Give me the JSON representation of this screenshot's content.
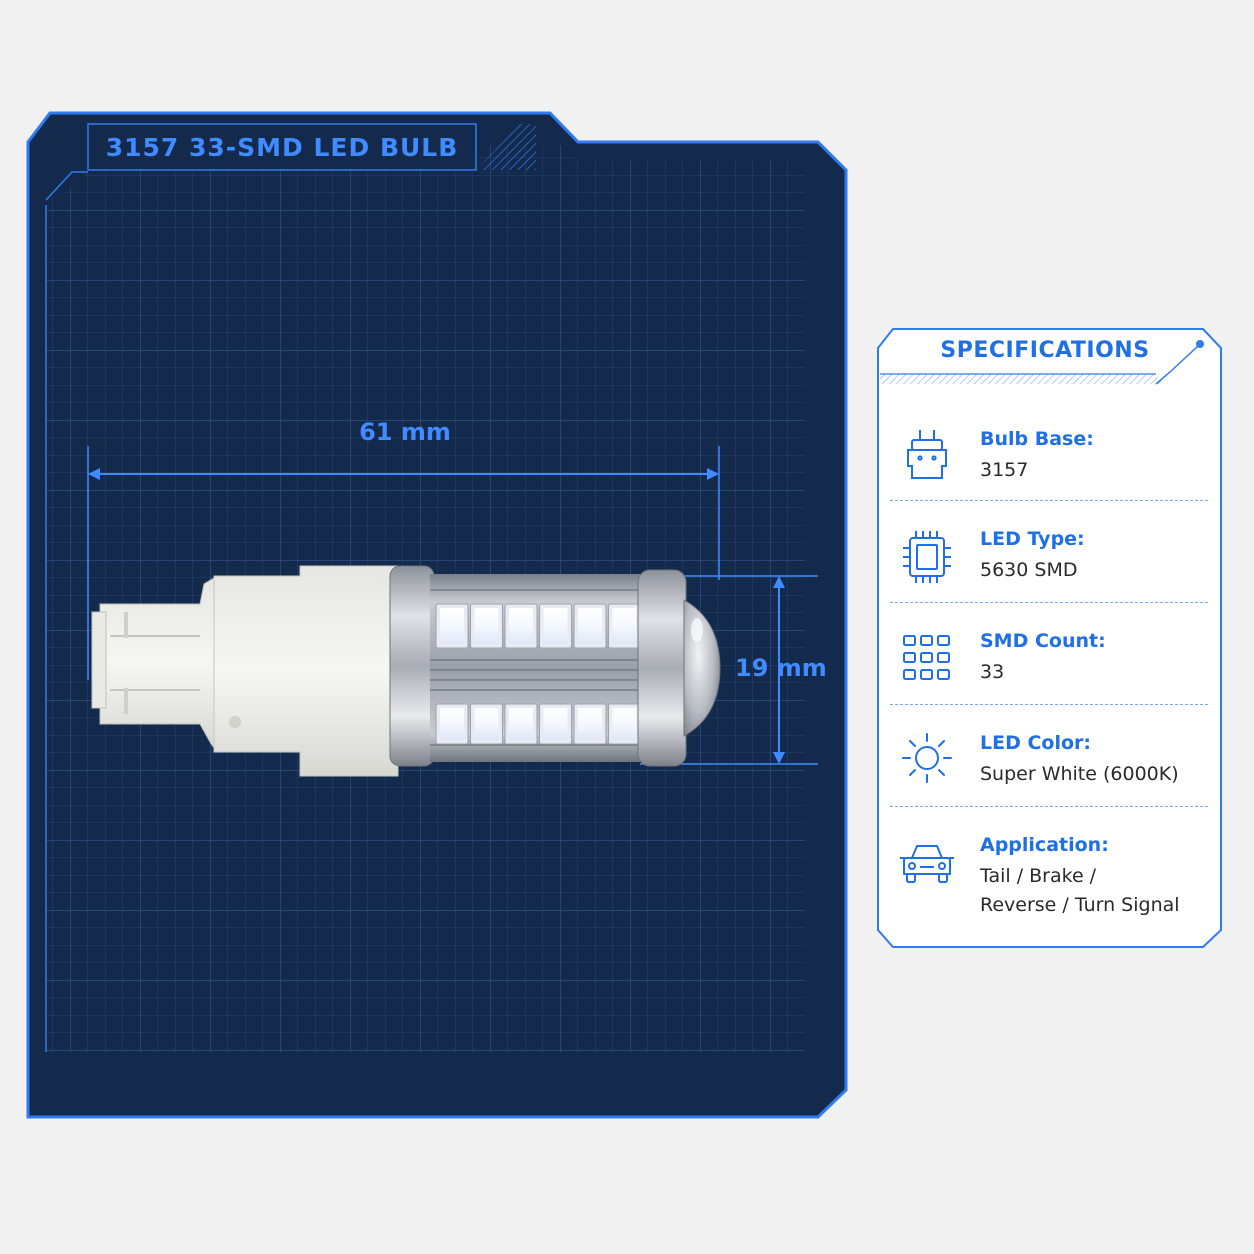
{
  "product": {
    "title": "3157 33-SMD LED BULB",
    "length_label": "61 mm",
    "diameter_label": "19 mm"
  },
  "specifications": {
    "heading": "SPECIFICATIONS",
    "items": [
      {
        "icon": "bulb-base-icon",
        "label": "Bulb Base:",
        "value": "3157"
      },
      {
        "icon": "chip-icon",
        "label": "LED Type:",
        "value": "5630 SMD"
      },
      {
        "icon": "grid-icon",
        "label": "SMD Count:",
        "value": "33"
      },
      {
        "icon": "sun-icon",
        "label": "LED Color:",
        "value": "Super White (6000K)"
      },
      {
        "icon": "car-icon",
        "label": "Application:",
        "value_line1": "Tail / Brake /",
        "value_line2": "Reverse / Turn Signal"
      }
    ]
  },
  "colors": {
    "accent": "#1f6fe6",
    "blueprint_bg": "#142a4c",
    "blueprint_line": "#2f7bf0"
  }
}
